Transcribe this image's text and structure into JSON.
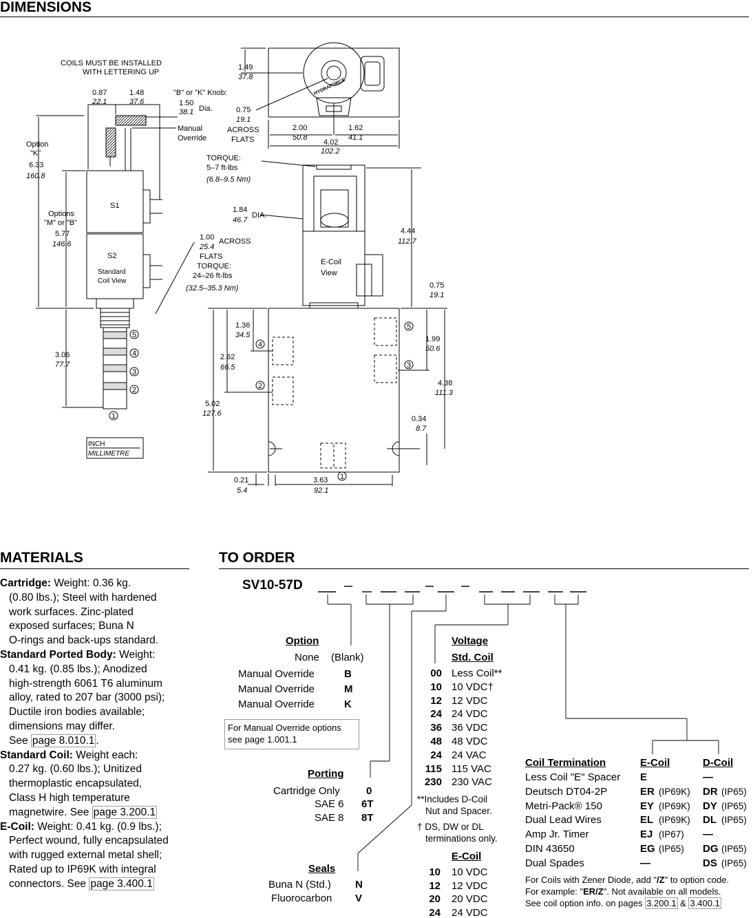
{
  "dimensions": {
    "title": "DIMENSIONS",
    "coil_note": [
      "COILS MUST BE INSTALLED",
      "WITH LETTERING UP"
    ],
    "knob_label": "\"B\" or \"K\" Knob:",
    "dia_label": "Dia.",
    "manual_override": [
      "Manual",
      "Override"
    ],
    "option_k": [
      "Option",
      "\"K\""
    ],
    "options_mb": [
      "Options",
      "\"M\" or \"B\""
    ],
    "s1": "S1",
    "s2": "S2",
    "standard_coil_view": [
      "Standard",
      "Coil View"
    ],
    "across_flats": [
      "ACROSS",
      "FLATS"
    ],
    "across_flats_2": [
      "ACROSS",
      "FLATS"
    ],
    "torque_1": [
      "TORQUE:",
      "5–7 ft-lbs",
      "(6.8–9.5 Nm)"
    ],
    "torque_2": [
      "TORQUE:",
      "24–26 ft-lbs",
      "(32.5–35.3 Nm)"
    ],
    "dia_label_2": "DIA.",
    "ecoil_view": [
      "E-Coil",
      "View"
    ],
    "brand": "HYDRAFORCE",
    "units_box": [
      "INCH",
      "MILLIMETRE"
    ],
    "ports": [
      "1",
      "2",
      "3",
      "4",
      "5"
    ],
    "dims": {
      "d087": [
        "0.87",
        "22.1"
      ],
      "d148": [
        "1.48",
        "37.6"
      ],
      "d150": [
        "1.50",
        "38.1"
      ],
      "d633": [
        "6.33",
        "160.8"
      ],
      "d577": [
        "5.77",
        "146.6"
      ],
      "d100": [
        "1.00",
        "25.4"
      ],
      "d306": [
        "3.06",
        "77.7"
      ],
      "d149": [
        "1.49",
        "37.8"
      ],
      "d075a": [
        "0.75",
        "19.1"
      ],
      "d200": [
        "2.00",
        "50.8"
      ],
      "d162": [
        "1.62",
        "41.1"
      ],
      "d402": [
        "4.02",
        "102.2"
      ],
      "d184": [
        "1.84",
        "46.7"
      ],
      "d444": [
        "4.44",
        "112.7"
      ],
      "d075b": [
        "0.75",
        "19.1"
      ],
      "d136": [
        "1.36",
        "34.5"
      ],
      "d262": [
        "2.62",
        "66.5"
      ],
      "d199": [
        "1.99",
        "50.6"
      ],
      "d438": [
        "4.38",
        "111.3"
      ],
      "d034": [
        "0.34",
        "8.7"
      ],
      "d502": [
        "5.02",
        "127.6"
      ],
      "d021": [
        "0.21",
        "5.4"
      ],
      "d363": [
        "3.63",
        "92.1"
      ]
    }
  },
  "materials": {
    "title": "MATERIALS",
    "cartridge_label": "Cartridge:",
    "cartridge_lines": [
      " Weight: 0.36 kg.",
      "(0.80 lbs.); Steel with hardened",
      "work surfaces. Zinc-plated",
      "exposed surfaces; Buna N",
      "O-rings and back-ups standard."
    ],
    "body_label": "Standard Ported Body:",
    "body_lines": [
      " Weight:",
      "0.41 kg. (0.85 lbs.); Anodized",
      "high-strength 6061 T6 aluminum",
      "alloy, rated to 207 bar (3000 psi);",
      "Ductile iron bodies available;",
      "dimensions may differ."
    ],
    "body_see": "See ",
    "body_link": "page 8.010.1",
    "body_end": ".",
    "coil_label": "Standard Coil:",
    "coil_lines": [
      " Weight each:",
      "0.27 kg. (0.60 lbs.); Unitized",
      "thermoplastic encapsulated,",
      "Class H high temperature"
    ],
    "coil_last": "magnetwire. See ",
    "coil_link": "page 3.200.1",
    "ecoil_label": "E-Coil:",
    "ecoil_lines": [
      " Weight: 0.41 kg. (0.9 lbs.);",
      "Perfect wound, fully encapsulated",
      "with rugged external metal shell;",
      "Rated up to IP69K with integral"
    ],
    "ecoil_last": "connectors. See ",
    "ecoil_link": "page 3.400.1"
  },
  "order": {
    "title": "TO ORDER",
    "model_code": "SV10-57D",
    "option": {
      "heading": "Option",
      "rows": [
        {
          "label": "None",
          "code": "(Blank)"
        },
        {
          "label": "Manual Override",
          "code": "B"
        },
        {
          "label": "Manual Override",
          "code": "M"
        },
        {
          "label": "Manual Override",
          "code": "K"
        }
      ],
      "note": [
        "For Manual Override options",
        "see page 1.001.1"
      ]
    },
    "porting": {
      "heading": "Porting",
      "rows": [
        {
          "label": "Cartridge Only",
          "code": "0"
        },
        {
          "label": "SAE 6",
          "code": "6T"
        },
        {
          "label": "SAE 8",
          "code": "8T"
        }
      ]
    },
    "seals": {
      "heading": "Seals",
      "rows": [
        {
          "label": "Buna N (Std.)",
          "code": "N"
        },
        {
          "label": "Fluorocarbon",
          "code": "V"
        }
      ]
    },
    "voltage": {
      "heading": "Voltage",
      "std_heading": "Std. Coil",
      "std_rows": [
        {
          "code": "00",
          "label": "Less Coil**"
        },
        {
          "code": "10",
          "label": "10 VDC†"
        },
        {
          "code": "12",
          "label": "12 VDC"
        },
        {
          "code": "24",
          "label": "24 VDC"
        },
        {
          "code": "36",
          "label": "36 VDC"
        },
        {
          "code": "48",
          "label": "48 VDC"
        },
        {
          "code": "24",
          "label": "24 VAC"
        },
        {
          "code": "115",
          "label": "115 VAC"
        },
        {
          "code": "230",
          "label": "230 VAC"
        }
      ],
      "footnote1": [
        "**Includes D-Coil",
        "Nut and Spacer."
      ],
      "footnote2": [
        "† DS, DW or DL",
        "terminations only."
      ],
      "ecoil_heading": "E-Coil",
      "ecoil_rows": [
        {
          "code": "10",
          "label": "10 VDC"
        },
        {
          "code": "12",
          "label": "12 VDC"
        },
        {
          "code": "20",
          "label": "20 VDC"
        },
        {
          "code": "24",
          "label": "24 VDC"
        }
      ]
    },
    "termination": {
      "heading": "Coil Termination",
      "ecoil_heading": "E-Coil",
      "dcoil_heading": "D-Coil",
      "rows": [
        {
          "label": "Less Coil \"E\" Spacer",
          "e": "E",
          "e_ip": "",
          "d": "—",
          "d_ip": ""
        },
        {
          "label": "Deutsch DT04-2P",
          "e": "ER",
          "e_ip": "(IP69K)",
          "d": "DR",
          "d_ip": "(IP65)"
        },
        {
          "label": "Metri-Pack® 150",
          "e": "EY",
          "e_ip": "(IP69K)",
          "d": "DY",
          "d_ip": "(IP65)"
        },
        {
          "label": "Dual Lead Wires",
          "e": "EL",
          "e_ip": "(IP69K)",
          "d": "DL",
          "d_ip": "(IP65)"
        },
        {
          "label": "Amp Jr. Timer",
          "e": "EJ",
          "e_ip": "(IP67)",
          "d": "—",
          "d_ip": ""
        },
        {
          "label": "DIN 43650",
          "e": "EG",
          "e_ip": "(IP65)",
          "d": "DG",
          "d_ip": "(IP65)"
        },
        {
          "label": "Dual Spades",
          "e": "—",
          "e_ip": "",
          "d": "DS",
          "d_ip": "(IP65)"
        }
      ],
      "note1a": "For Coils with Zener Diode, add \"",
      "note1b": "/Z",
      "note1c": "\" to option code.",
      "note2a": "For example: \"",
      "note2b": "ER/Z",
      "note2c": "\". Not available on all models.",
      "note3a": "See coil option info. on pages ",
      "note3b": "3.200.1",
      "note3c": " & ",
      "note3d": "3.400.1"
    }
  }
}
